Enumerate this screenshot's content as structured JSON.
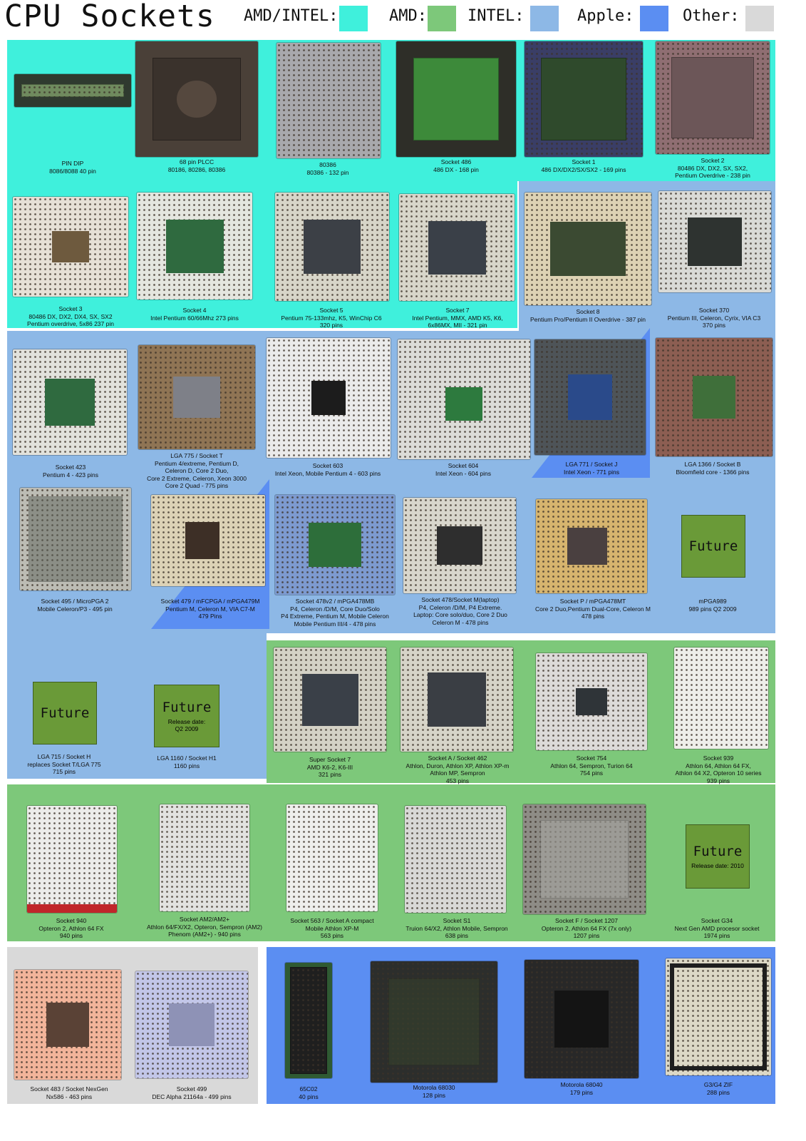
{
  "title": "CPU Sockets",
  "legend": [
    {
      "label": "AMD/INTEL:",
      "color": "#3ff0dc"
    },
    {
      "label": "AMD:",
      "color": "#7dc87a"
    },
    {
      "label": "INTEL:",
      "color": "#8db8e6"
    },
    {
      "label": "Apple:",
      "color": "#5b8ef2"
    },
    {
      "label": "Other:",
      "color": "#d9d9d9"
    }
  ],
  "sockets": {
    "pin_dip": {
      "name": "PIN DIP",
      "desc": "8086/8088 40 pin"
    },
    "plcc68": {
      "name": "68 pin PLCC",
      "desc": "80186, 80286, 80386"
    },
    "s80386": {
      "name": "80386",
      "desc": "80386 - 132 pin"
    },
    "s486": {
      "name": "Socket 486",
      "desc": "486 DX - 168 pin"
    },
    "s1": {
      "name": "Socket 1",
      "desc": "486 DX/DX2/SX/SX2 - 169 pins"
    },
    "s2": {
      "name": "Socket 2",
      "desc": "80486 DX, DX2, SX, SX2,",
      "desc2": "Pentium Overdrive - 238 pin"
    },
    "s3": {
      "name": "Socket 3",
      "desc": "80486 DX, DX2, DX4, SX, SX2",
      "desc2": "Pentium overdrive, 5x86 237 pin"
    },
    "s4": {
      "name": "Socket 4",
      "desc": "Intel Pentium 60/66Mhz 273 pins"
    },
    "s5": {
      "name": "Socket 5",
      "desc": "Pentium 75-133mhz, K5, WinChip C6",
      "desc2": "320 pins"
    },
    "s7": {
      "name": "Socket 7",
      "desc": "Intel Pentium, MMX, AMD K5, K6,",
      "desc2": "6x86MX, MII - 321 pin"
    },
    "s8": {
      "name": "Socket 8",
      "desc": "Pentium Pro/Pentium II Overdrive - 387 pin"
    },
    "s370": {
      "name": "Socket 370",
      "desc": "Pentium III, Celeron, Cyrix, VIA C3",
      "desc2": "370 pins"
    },
    "s423": {
      "name": "Socket 423",
      "desc": "Pentium 4 - 423 pins"
    },
    "lga775": {
      "name": "LGA 775 / Socket T",
      "desc": "Pentium 4/extreme, Pentium D,",
      "desc2": "Celeron D, Core 2 Duo,",
      "desc3": "Core 2 Extreme, Celeron, Xeon 3000",
      "desc4": "Core 2 Quad - 775 pins"
    },
    "s603": {
      "name": "Socket 603",
      "desc": "Intel Xeon, Mobile Pentium 4 - 603 pins"
    },
    "s604": {
      "name": "Socket 604",
      "desc": "Intel Xeon - 604 pins"
    },
    "lga771": {
      "name": "LGA 771 / Socket J",
      "desc": "Intel Xeon - 771 pins"
    },
    "lga1366": {
      "name": "LGA 1366 / Socket B",
      "desc": "Bloomfield core - 1366 pins"
    },
    "s495": {
      "name": "Socket 495 / MicroPGA 2",
      "desc": "Mobile Celeron/P3 - 495 pin"
    },
    "s479": {
      "name": "Socket 479 / mFCPGA / mPGA479M",
      "desc": "Pentium M, Celeron M, VIA C7-M",
      "desc2": "479 Pins"
    },
    "s478v2": {
      "name": "Socket 478v2 / mPGA478MB",
      "desc": "P4, Celeron /D/M, Core Duo/Solo",
      "desc2": "P4 Extreme, Pentium M, Mobile Celeron",
      "desc3": "Mobile Pentium III/4 - 478 pins"
    },
    "s478m": {
      "name": "Socket 478/Socket M(laptop)",
      "desc": "P4, Celeron /D/M, P4 Extreme.",
      "desc2": "Laptop: Core solo/duo, Core 2 Duo",
      "desc3": "Celeron M - 478 pins"
    },
    "sp": {
      "name": "Socket P / mPGA478MT",
      "desc": "Core 2 Duo,Pentium Dual-Core, Celeron M",
      "desc2": "478 pins"
    },
    "mpga989": {
      "name": "mPGA989",
      "desc": "989 pins Q2 2009"
    },
    "lga715": {
      "name": "LGA 715 / Socket H",
      "desc": "replaces Socket T/LGA 775",
      "desc2": "715 pins"
    },
    "lga1160": {
      "name": "LGA 1160 / Socket H1",
      "desc": "1160 pins"
    },
    "ss7": {
      "name": "Super Socket 7",
      "desc": "AMD K6-2, K6-III",
      "desc2": "321 pins"
    },
    "sa": {
      "name": "Socket A / Socket 462",
      "desc": "Athlon, Duron, Athlon XP, Athlon XP-m",
      "desc2": "Athlon MP, Sempron",
      "desc3": "453 pins"
    },
    "s754": {
      "name": "Socket 754",
      "desc": "Athlon 64, Sempron, Turion 64",
      "desc2": "754 pins"
    },
    "s939": {
      "name": "Socket 939",
      "desc": "Athlon 64, Athlon 64 FX,",
      "desc2": "Athlon 64 X2, Opteron 10 series",
      "desc3": "939 pins"
    },
    "s940": {
      "name": "Socket 940",
      "desc": "Opteron 2, Athlon 64 FX",
      "desc2": "940 pins"
    },
    "am2": {
      "name": "Socket AM2/AM2+",
      "desc": "Athlon 64/FX/X2, Opteron, Sempron (AM2)",
      "desc2": "Phenom (AM2+) - 940 pins"
    },
    "s563": {
      "name": "Socket 563 / Socket A compact",
      "desc": "Mobile Athlon XP-M",
      "desc2": "563 pins"
    },
    "s1s": {
      "name": "Socket S1",
      "desc": "Truion 64/X2, Athlon Mobile, Sempron",
      "desc2": "638 pins"
    },
    "sf": {
      "name": "Socket F / Socket 1207",
      "desc": "Opteron 2, Athlon 64 FX (7x only)",
      "desc2": "1207 pins"
    },
    "g34": {
      "name": "Socket G34",
      "desc": "Next Gen AMD procesor socket",
      "desc2": "1974 pins"
    },
    "s483": {
      "name": "Socket 483 / Socket NexGen",
      "desc": "Nx586 - 463 pins"
    },
    "s499": {
      "name": "Socket 499",
      "desc": "DEC Alpha 21164a - 499 pins"
    },
    "c65": {
      "name": "65C02",
      "desc": "40 pins"
    },
    "m68030": {
      "name": "Motorola 68030",
      "desc": "128 pins"
    },
    "m68040": {
      "name": "Motorola 68040",
      "desc": "179 pins"
    },
    "g3g4": {
      "name": "G3/G4 ZIF",
      "desc": "288 pins"
    }
  },
  "future": {
    "label": "Future",
    "lga1160_release": "Release date:",
    "lga1160_release2": "Q2 2009",
    "g34_release": "Release date: 2010"
  }
}
